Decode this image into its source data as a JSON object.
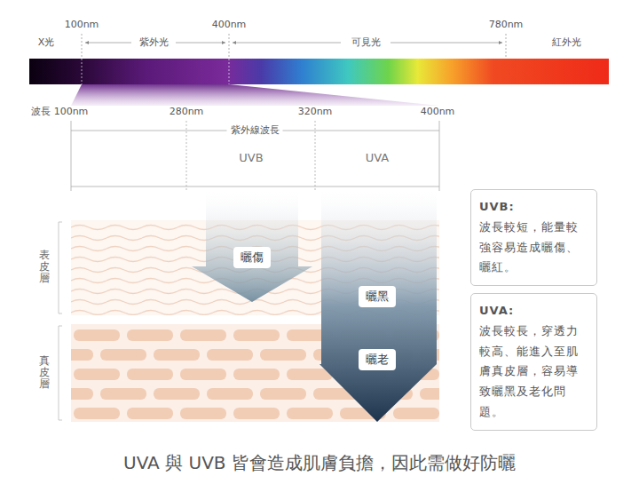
{
  "diagram": {
    "caption": "UVA 與 UVB 皆會造成肌膚負擔，因此需做好防曬",
    "nodes": [
      {
        "text": [
          "曬傷"
        ]
      },
      {
        "text": [
          "曬黑"
        ]
      },
      {
        "text": [
          "曬老"
        ]
      },
      {
        "text": [
          "UVB:",
          "波長較短，能量較強容易造成曬傷、曬紅。"
        ]
      },
      {
        "text": [
          "UVA:",
          "波長較長，穿透力較高、能進入至肌膚真皮層，容易導致曬黑及老化問題。"
        ]
      }
    ],
    "labels": [
      "100nm",
      "400nm",
      "780nm",
      "X光",
      "紫外光",
      "可見光",
      "紅外光",
      "波長",
      "100nm",
      "280nm",
      "320nm",
      "400nm",
      "紫外線波長",
      "UVB",
      "UVA",
      "表皮層",
      "真皮層"
    ]
  }
}
